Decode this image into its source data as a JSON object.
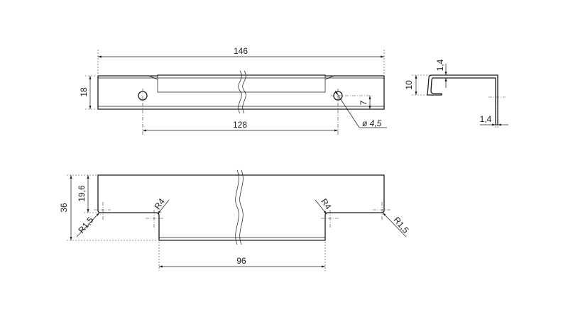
{
  "dimensions": {
    "overall_length": "146",
    "height": "18",
    "hole_spacing": "128",
    "hole_offset": "7",
    "hole_diameter": "ø 4,5",
    "profile_height": "10",
    "profile_thickness_top": "1,4",
    "profile_thickness_bottom": "1,4",
    "blank_width": "36",
    "blank_inner": "19,6",
    "radius_small_left": "R1,5",
    "radius_small_right": "R1,5",
    "radius_left": "R4",
    "radius_right": "R4",
    "cutout_width": "96"
  }
}
